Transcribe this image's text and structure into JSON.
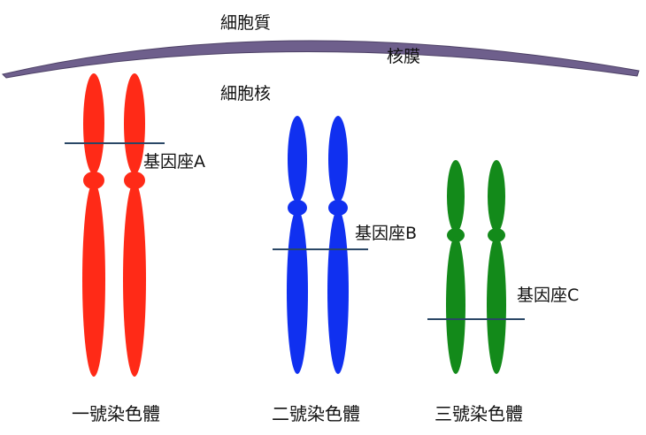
{
  "labels": {
    "cytoplasm": "細胞質",
    "nuclear_membrane": "核膜",
    "nucleus": "細胞核"
  },
  "chromosomes": [
    {
      "label": "一號染色體",
      "locus_label": "基因座A",
      "color": "#ff2a17"
    },
    {
      "label": "二號染色體",
      "locus_label": "基因座B",
      "color": "#1030f0"
    },
    {
      "label": "三號染色體",
      "locus_label": "基因座C",
      "color": "#138a1a"
    }
  ],
  "colors": {
    "membrane": "#6e5f8c",
    "locus_line": "#2a4766",
    "text": "#111111"
  }
}
